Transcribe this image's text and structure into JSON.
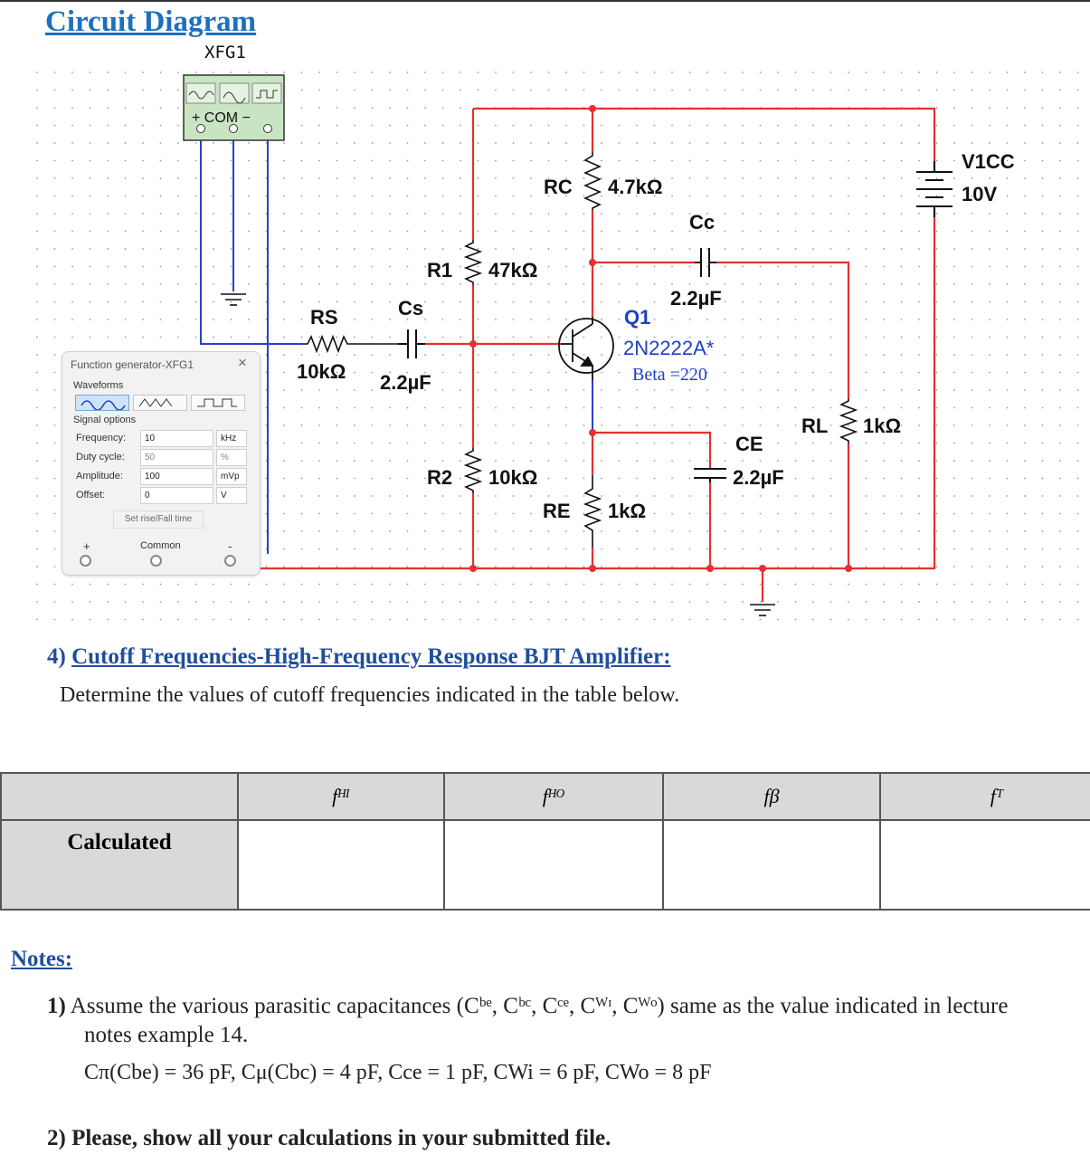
{
  "title": "Circuit Diagram",
  "instrument": {
    "name": "XFG1",
    "terminals": "+ COM −"
  },
  "components": {
    "vcc_name": "V1CC",
    "vcc_value": "10V",
    "rc_name": "RC",
    "rc_value": "4.7kΩ",
    "cc_name": "Cc",
    "cc_value": "2.2µF",
    "r1_name": "R1",
    "r1_value": "47kΩ",
    "rs_name": "RS",
    "rs_value": "10kΩ",
    "cs_name": "Cs",
    "cs_value": "2.2µF",
    "q_name": "Q1",
    "q_model": "2N2222A*",
    "q_beta": "Beta =220",
    "rl_name": "RL",
    "rl_value": "1kΩ",
    "ce_name": "CE",
    "ce_value": "2.2µF",
    "r2_name": "R2",
    "r2_value": "10kΩ",
    "re_name": "RE",
    "re_value": "1kΩ"
  },
  "function_generator": {
    "title": "Function generator-XFG1",
    "waveforms_label": "Waveforms",
    "signal_options_label": "Signal options",
    "frequency_label": "Frequency:",
    "frequency_value": "10",
    "frequency_unit": "kHz",
    "duty_label": "Duty cycle:",
    "duty_value": "50",
    "duty_unit": "%",
    "amplitude_label": "Amplitude:",
    "amplitude_value": "100",
    "amplitude_unit": "mVp",
    "offset_label": "Offset:",
    "offset_value": "0",
    "offset_unit": "V",
    "rise_fall_button": "Set rise/Fall time",
    "plus_label": "+",
    "common_label": "Common",
    "minus_label": "-",
    "close_glyph": "×"
  },
  "section4": {
    "number": "4)",
    "heading": "Cutoff Frequencies-High-Frequency Response BJT Amplifier:",
    "instruction": "Determine the values of cutoff frequencies indicated in the table below."
  },
  "table": {
    "headers": [
      "",
      "fᴴᴵ",
      "fᴴᴼ",
      "fβ",
      "fᵀ"
    ],
    "row_label": "Calculated"
  },
  "notes": {
    "heading": "Notes:",
    "item1_number": "1)",
    "item1_text": "Assume the various parasitic capacitances (Cᵇᵉ, Cᵇᶜ, Cᶜᵉ, Cᵂᶦ, Cᵂᵒ) same as the value indicated in lecture",
    "item1_text2": "notes example 14.",
    "item1_values": "Cπ(Cbe) = 36 pF, Cμ(Cbc) = 4 pF, Cce = 1 pF, CWi = 6 pF, CWo = 8 pF",
    "item2_number": "2)",
    "item2_text": "Please, show all your calculations in your submitted file."
  }
}
